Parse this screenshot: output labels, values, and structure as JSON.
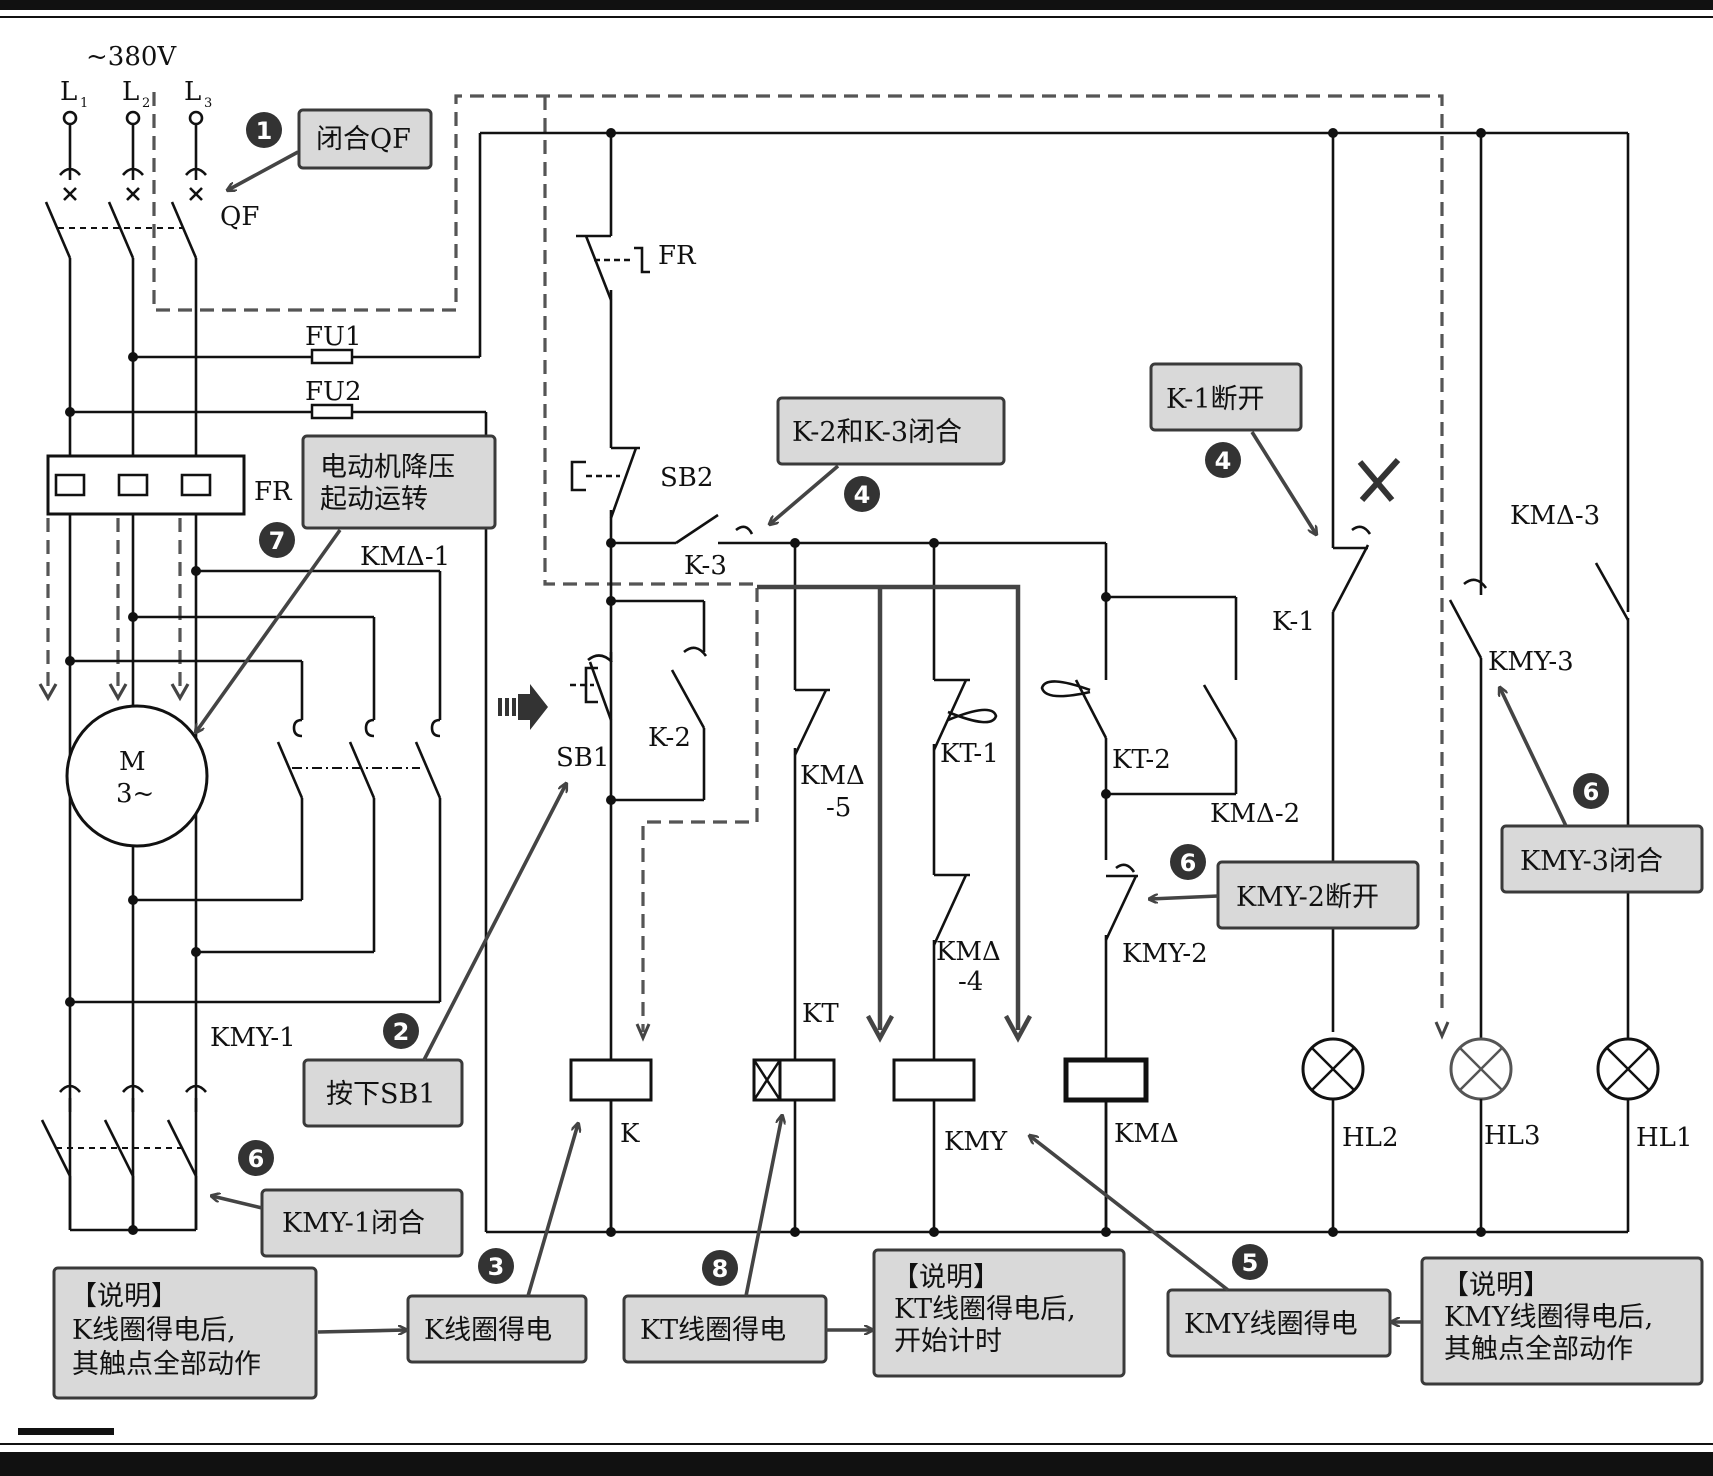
{
  "supply": {
    "voltage": "~380V",
    "l1": "L",
    "l2": "L",
    "l3": "L",
    "s1": "1",
    "s2": "2",
    "s3": "3"
  },
  "components": {
    "qf": "QF",
    "fu1": "FU1",
    "fu2": "FU2",
    "fr": "FR",
    "fr_ctrl": "FR",
    "motor": "M",
    "motor_phase": "3~",
    "km_d_1": "KMΔ-1",
    "kmy_1": "KMY-1",
    "sb2": "SB2",
    "sb1": "SB1",
    "k_3": "K-3",
    "k_2": "K-2",
    "k_1": "K-1",
    "km_d_5a": "KMΔ",
    "km_d_5b": "-5",
    "kt_1": "KT-1",
    "kt_2": "KT-2",
    "km_d_2": "KMΔ-2",
    "km_d_4a": "KMΔ",
    "km_d_4b": "-4",
    "kmy_2": "KMY-2",
    "km_d_3": "KMΔ-3",
    "kmy_3": "KMY-3",
    "kt": "KT",
    "coil_k": "K",
    "coil_kmy": "KMY",
    "coil_kmd": "KMΔ",
    "hl2": "HL2",
    "hl3": "HL3",
    "hl1": "HL1"
  },
  "callouts": {
    "c1": "闭合QF",
    "c2": "按下SB1",
    "c3": "K线圈得电",
    "c4a": "K-2和K-3闭合",
    "c4b": "K-1断开",
    "c5": "KMY线圈得电",
    "c6a": "KMY-1闭合",
    "c6b": "KMY-2断开",
    "c6c": "KMY-3闭合",
    "c7a": "电动机降压",
    "c7b": "起动运转",
    "c8": "KT线圈得电"
  },
  "notes": {
    "n1": {
      "title": "【说明】",
      "line1": "K线圈得电后,",
      "line2": "其触点全部动作"
    },
    "n2": {
      "title": "【说明】",
      "line1": "KT线圈得电后,",
      "line2": "开始计时"
    },
    "n3": {
      "title": "【说明】",
      "line1": "KMY线圈得电后,",
      "line2": "其触点全部动作"
    }
  },
  "steps": {
    "s1": "1",
    "s2": "2",
    "s3": "3",
    "s4a": "4",
    "s4b": "4",
    "s5": "5",
    "s6a": "6",
    "s6b": "6",
    "s6c": "6",
    "s7": "7",
    "s8": "8"
  }
}
